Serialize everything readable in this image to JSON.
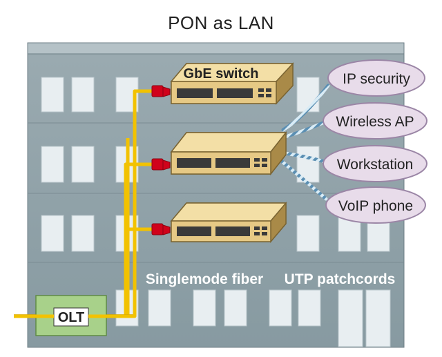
{
  "title": "PON as LAN",
  "colors": {
    "building": "#8e9ea5",
    "building_shade": "#7f9097",
    "window": "#e8eef1",
    "fiber": "#f2c200",
    "connector": "#d0021b",
    "switch_top": "#f3dfa6",
    "switch_side": "#c9a964",
    "olt_box": "#a8d18a",
    "oval": "#e8dcea",
    "oval_border": "#9b86a6"
  },
  "switches": [
    {
      "name": "GbE switch"
    },
    {
      "name": ""
    },
    {
      "name": ""
    }
  ],
  "olt": {
    "label": "OLT"
  },
  "devices": [
    {
      "label": "IP security"
    },
    {
      "label": "Wireless AP"
    },
    {
      "label": "Workstation"
    },
    {
      "label": "VoIP phone"
    }
  ],
  "labels": {
    "singlemode_fiber": "Singlemode fiber",
    "utp_patchcords": "UTP patchcords"
  },
  "icons": {
    "switch": "network-switch-icon",
    "olt": "olt-device-icon",
    "connector": "fiber-connector-icon"
  }
}
